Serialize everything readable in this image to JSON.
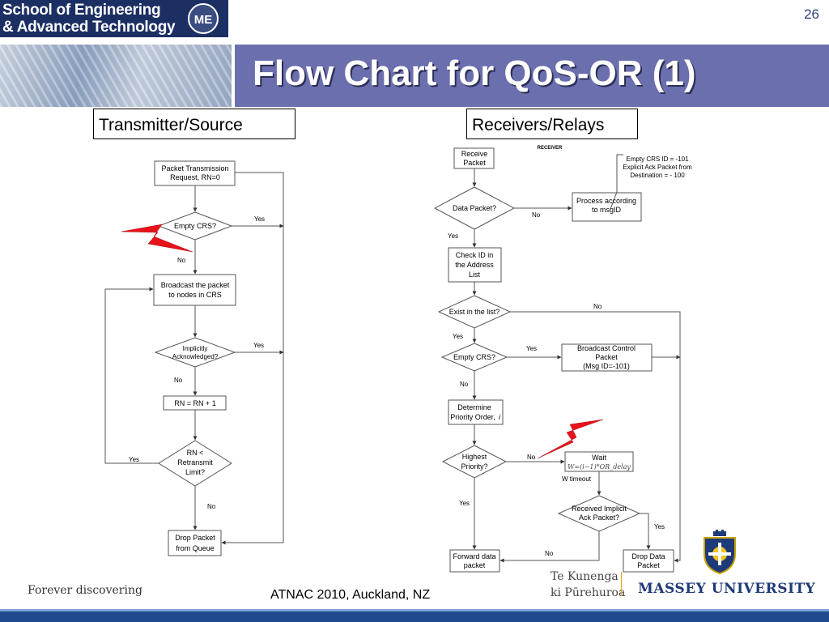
{
  "header": {
    "logo_line1": "School of Engineering",
    "logo_line2": "& Advanced Technology",
    "logo_emblem": "ME",
    "title": "Flow Chart for QoS-OR (1)",
    "page_number": "26"
  },
  "labels": {
    "transmitter": "Transmitter/Source",
    "receivers": "Receivers/Relays"
  },
  "tx": {
    "request": [
      "Packet Transmission",
      "Request, RN=0"
    ],
    "empty_crs": "Empty CRS?",
    "broadcast": [
      "Broadcast the packet",
      "to nodes in CRS"
    ],
    "implicitly": [
      "Implicitly",
      "Acknowledged?"
    ],
    "rn_inc": "RN = RN + 1",
    "rn_limit": [
      "RN <",
      "Retransmit",
      "Limit?"
    ],
    "drop": [
      "Drop Packet",
      "from Queue"
    ],
    "yes": "Yes",
    "no": "No"
  },
  "rx": {
    "caption": "RECEIVER",
    "receive": [
      "Receive",
      "Packet"
    ],
    "data_packet": "Data Packet?",
    "process": [
      "Process according",
      "to msgID"
    ],
    "note": [
      "Empty CRS ID = -101",
      "Explicit Ack Packet from",
      "Destination = - 100"
    ],
    "check_id": [
      "Check ID in",
      "the Address",
      "List"
    ],
    "exist": "Exist in the list?",
    "empty_crs": "Empty CRS?",
    "broadcast_ctrl": [
      "Broadcast Control",
      "Packet",
      "(Msg ID=-101)"
    ],
    "determine": [
      "Determine",
      "Priority Order,"
    ],
    "determine_var": "i",
    "highest": [
      "Highest",
      "Priority?"
    ],
    "wait": "Wait",
    "wait_formula": "W=(i−1)*OR_delay",
    "w_timeout": "W timeout",
    "received_ack": [
      "Received Implicit",
      "Ack Packet?"
    ],
    "forward": [
      "Forward data",
      "packet"
    ],
    "drop": [
      "Drop Data",
      "Packet"
    ],
    "yes": "Yes",
    "no": "No"
  },
  "footer": {
    "tagline": "Forever discovering",
    "conference": "ATNAC 2010, Auckland, NZ",
    "maori_line1": "Te Kunenga",
    "maori_line2": "ki Pūrehuroa",
    "university": "MASSEY UNIVERSITY"
  },
  "colors": {
    "header_band": "#6b6fae",
    "lightning": "#e8121a",
    "massey_blue": "#1f3a78"
  }
}
